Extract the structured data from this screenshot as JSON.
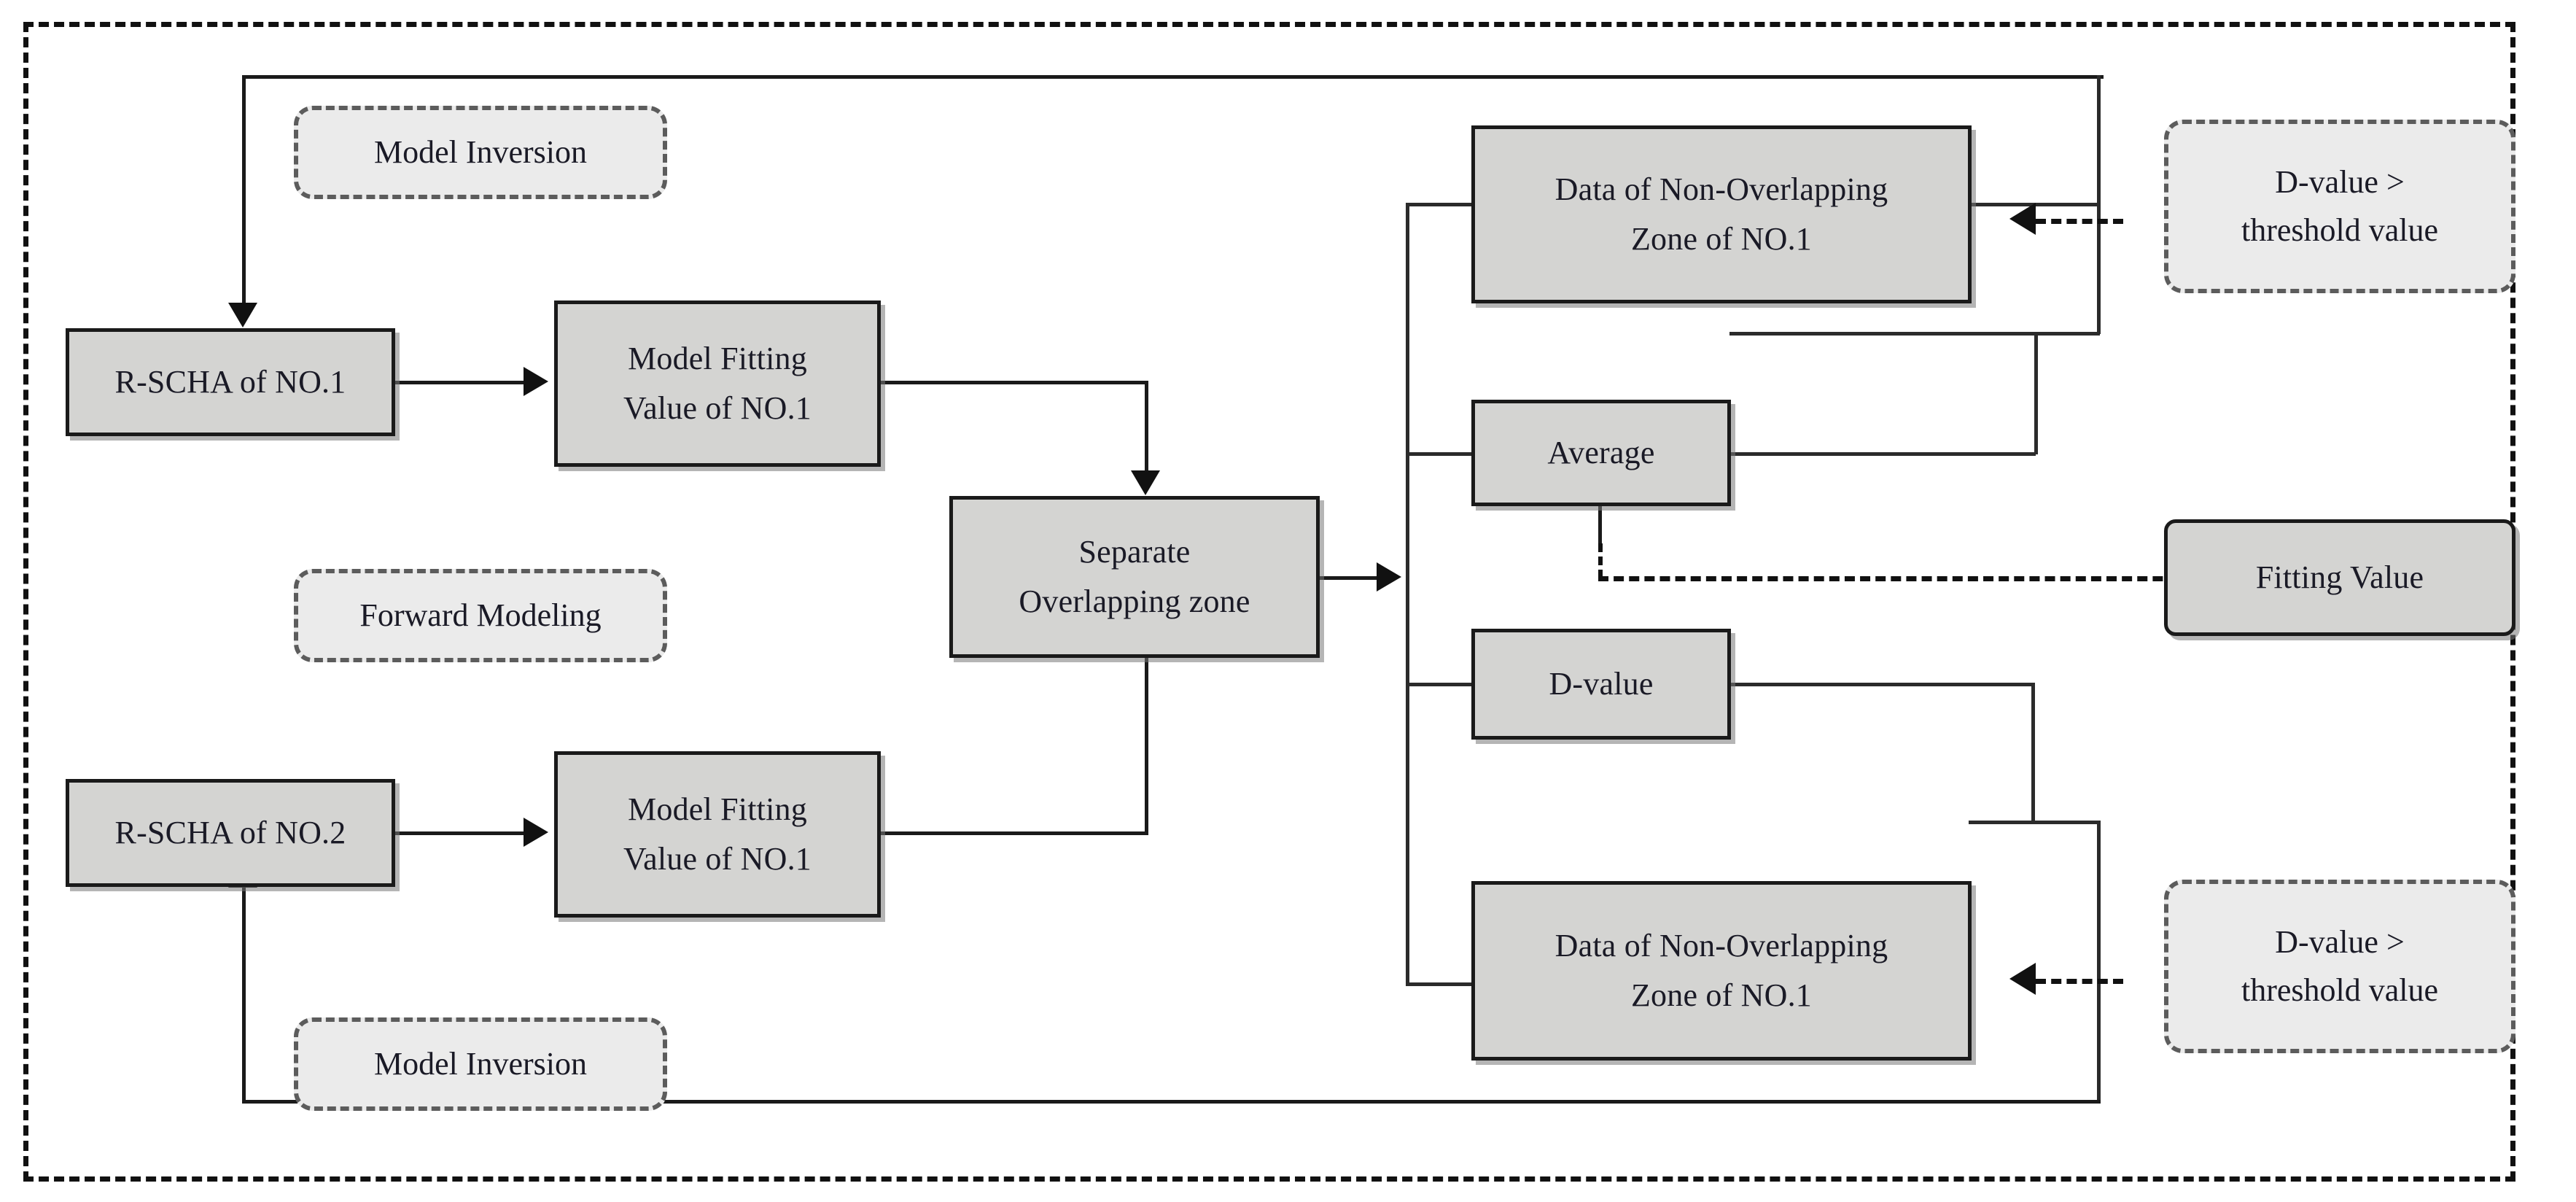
{
  "diagram": {
    "title": "R-SCHA iterative model fitting and overlap separation flowchart",
    "colors": {
      "box_fill": "#d4d4d2",
      "box_border": "#1a1a1a",
      "annotation_fill": "#ebebeb",
      "annotation_border": "#5c5c5c",
      "text": "#1a1a26",
      "frame_border": "#111111"
    },
    "process_boxes": [
      {
        "id": "rscha1",
        "lines": [
          "R-SCHA of NO.1"
        ]
      },
      {
        "id": "fit1",
        "lines": [
          "Model Fitting",
          "Value of NO.1"
        ]
      },
      {
        "id": "rscha2",
        "lines": [
          "R-SCHA of NO.2"
        ]
      },
      {
        "id": "fit2",
        "lines": [
          "Model Fitting",
          "Value of NO.1"
        ]
      },
      {
        "id": "separate",
        "lines": [
          "Separate",
          "Overlapping zone"
        ]
      },
      {
        "id": "nonovl_top",
        "lines": [
          "Data of Non-Overlapping",
          "Zone of NO.1"
        ]
      },
      {
        "id": "average",
        "lines": [
          "Average"
        ]
      },
      {
        "id": "dvalue",
        "lines": [
          "D-value"
        ]
      },
      {
        "id": "nonovl_bottom",
        "lines": [
          "Data of Non-Overlapping",
          "Zone of NO.1"
        ]
      },
      {
        "id": "fitting_value",
        "lines": [
          "Fitting Value"
        ]
      }
    ],
    "annotation_boxes": [
      {
        "id": "inv_top",
        "lines": [
          "Model Inversion"
        ]
      },
      {
        "id": "fwd",
        "lines": [
          "Forward Modeling"
        ]
      },
      {
        "id": "inv_bottom",
        "lines": [
          "Model Inversion"
        ]
      },
      {
        "id": "thr_top",
        "lines": [
          "D-value >",
          "threshold value"
        ]
      },
      {
        "id": "thr_bottom",
        "lines": [
          "D-value >",
          "threshold value"
        ]
      }
    ]
  }
}
